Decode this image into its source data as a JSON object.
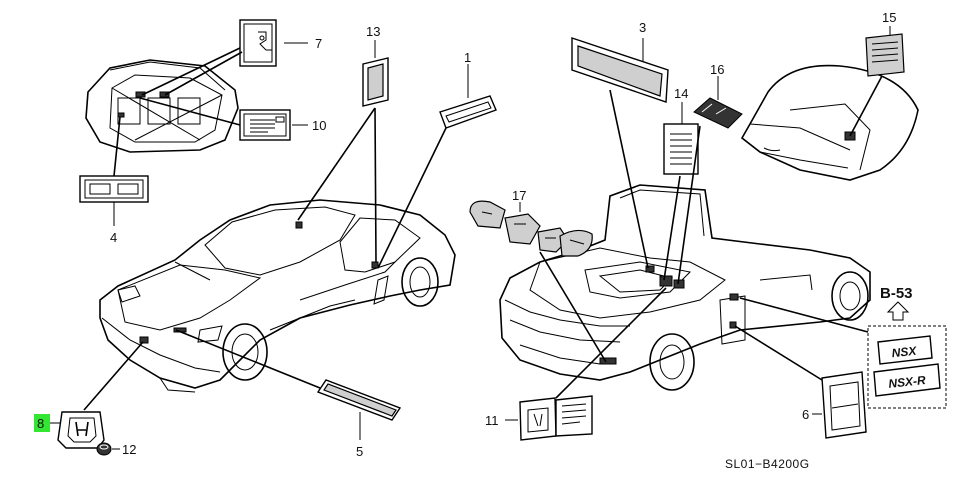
{
  "callouts": {
    "p1": "1",
    "p3": "3",
    "p4": "4",
    "p5": "5",
    "p6": "6",
    "p7": "7",
    "p8": "8",
    "p10": "10",
    "p11": "11",
    "p12": "12",
    "p13": "13",
    "p14": "14",
    "p15": "15",
    "p16": "16",
    "p17": "17"
  },
  "reference": "B-53",
  "emblems": [
    "NSX",
    "NSX-R"
  ],
  "diagram_code": "SL01−B4200G",
  "colors": {
    "highlight": "#32e632",
    "line": "#000000"
  },
  "highlighted_part": "8"
}
